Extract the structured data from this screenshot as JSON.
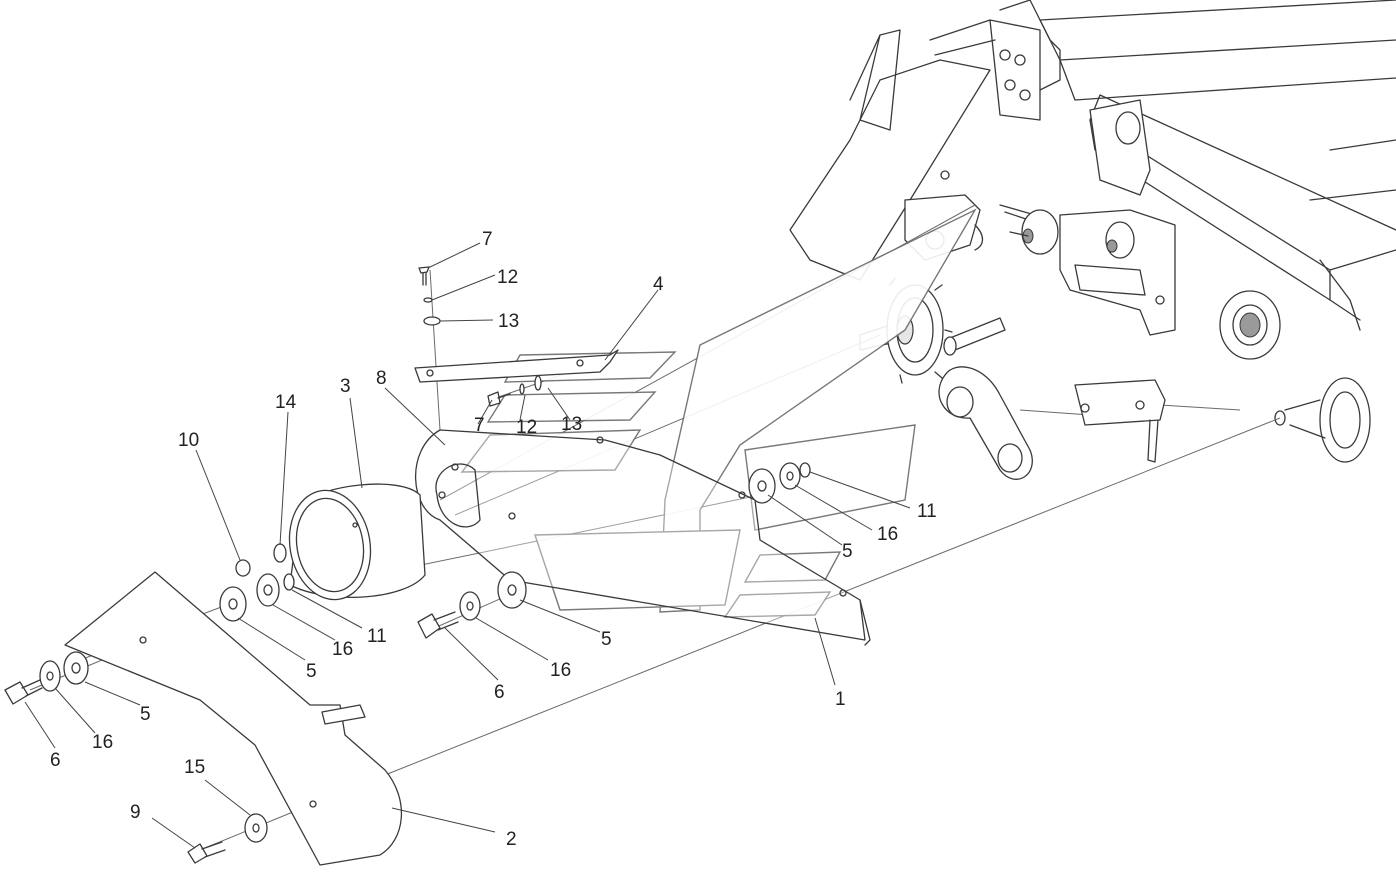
{
  "diagram": {
    "callouts": [
      {
        "id": "c7a",
        "text": "7"
      },
      {
        "id": "c12a",
        "text": "12"
      },
      {
        "id": "c13a",
        "text": "13"
      },
      {
        "id": "c4",
        "text": "4"
      },
      {
        "id": "c3",
        "text": "3"
      },
      {
        "id": "c8",
        "text": "8"
      },
      {
        "id": "c14",
        "text": "14"
      },
      {
        "id": "c10",
        "text": "10"
      },
      {
        "id": "c7b",
        "text": "7"
      },
      {
        "id": "c12b",
        "text": "12"
      },
      {
        "id": "c13b",
        "text": "13"
      },
      {
        "id": "c11a",
        "text": "11"
      },
      {
        "id": "c16a",
        "text": "16"
      },
      {
        "id": "c5a",
        "text": "5"
      },
      {
        "id": "c5b",
        "text": "5"
      },
      {
        "id": "c16b",
        "text": "16"
      },
      {
        "id": "c11b",
        "text": "11"
      },
      {
        "id": "c5c",
        "text": "5"
      },
      {
        "id": "c16c",
        "text": "16"
      },
      {
        "id": "c6a",
        "text": "6"
      },
      {
        "id": "c1",
        "text": "1"
      },
      {
        "id": "c5d",
        "text": "5"
      },
      {
        "id": "c16d",
        "text": "16"
      },
      {
        "id": "c6b",
        "text": "6"
      },
      {
        "id": "c15",
        "text": "15"
      },
      {
        "id": "c9",
        "text": "9"
      },
      {
        "id": "c2",
        "text": "2"
      }
    ]
  },
  "colors": {
    "line": "#3a3a3a",
    "background": "#ffffff",
    "watermark_outline": "#6a6a6a"
  }
}
